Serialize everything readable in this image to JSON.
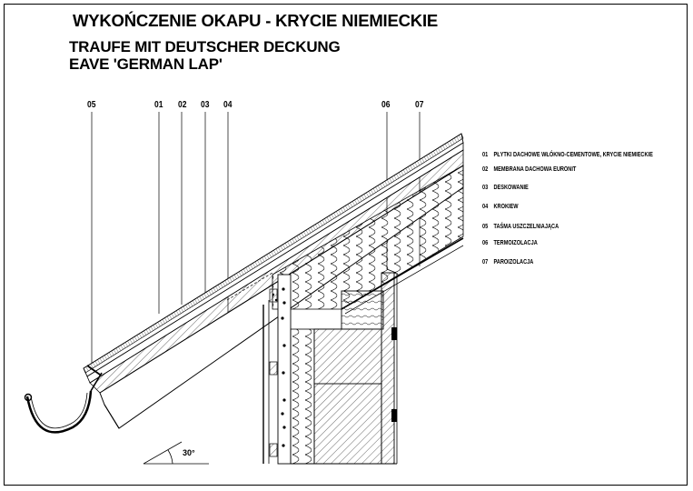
{
  "title": {
    "polish": "WYKOŃCZENIE OKAPU -  KRYCIE NIEMIECKIE",
    "german": "TRAUFE MIT DEUTSCHER DECKUNG",
    "english": "EAVE 'GERMAN LAP'"
  },
  "callouts": [
    "05",
    "01",
    "02",
    "03",
    "04",
    "06",
    "07"
  ],
  "legend": [
    {
      "num": "01",
      "text": "PŁYTKI DACHOWE WŁÓKNO-CEMENTOWE, KRYCIE NIEMIECKIE"
    },
    {
      "num": "02",
      "text": "MEMBRANA DACHOWA EURONIT"
    },
    {
      "num": "03",
      "text": "DESKOWANIE"
    },
    {
      "num": "04",
      "text": "KROKIEW"
    },
    {
      "num": "05",
      "text": "TAŚMA USZCZELNIAJĄCA"
    },
    {
      "num": "06",
      "text": "TERMOIZOLACJA"
    },
    {
      "num": "07",
      "text": "PAROIZOLACJA"
    }
  ],
  "roof_angle": "30°"
}
